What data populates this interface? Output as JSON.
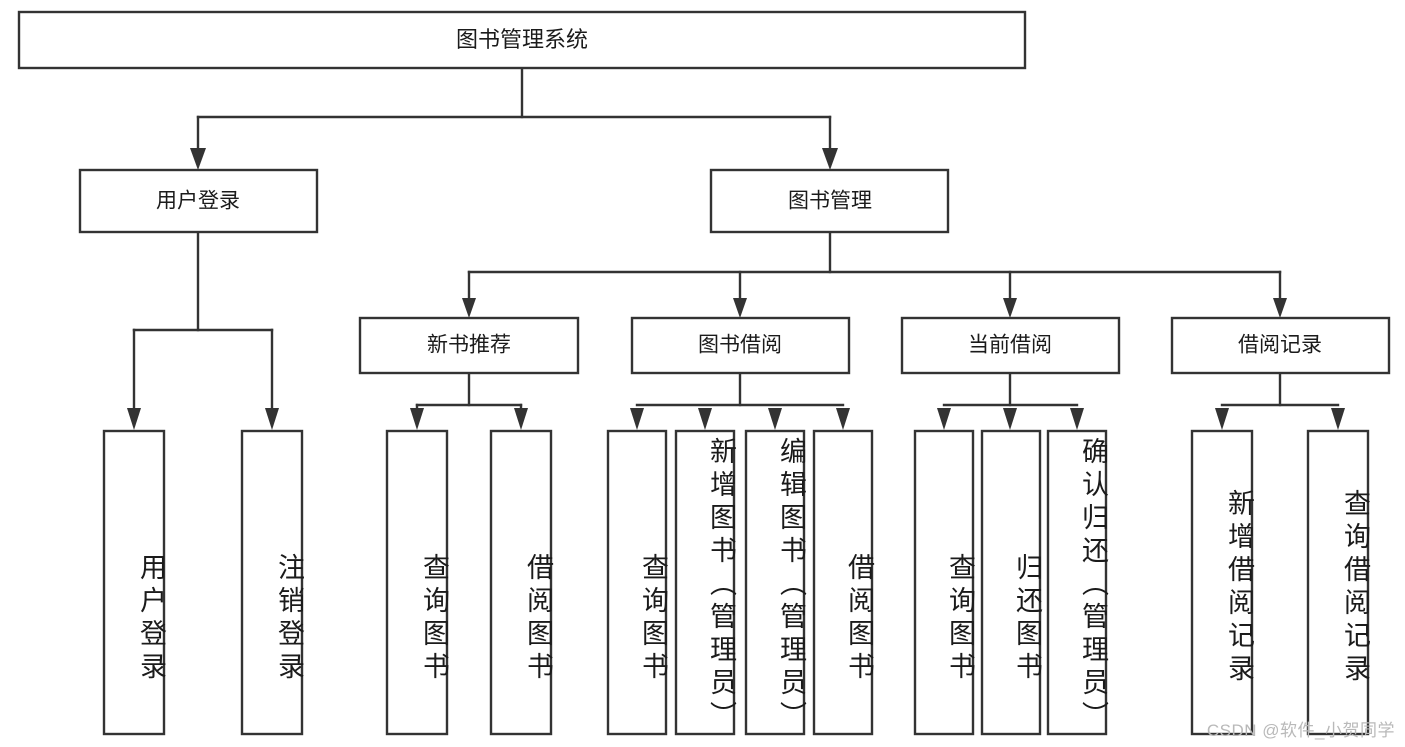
{
  "diagram": {
    "type": "tree-hierarchy-flowchart",
    "title_node": {
      "label": "图书管理系统"
    },
    "level2": [
      {
        "id": "user-login",
        "label": "用户登录"
      },
      {
        "id": "book-management",
        "label": "图书管理"
      }
    ],
    "level3": [
      {
        "id": "new-book-recommend",
        "label": "新书推荐"
      },
      {
        "id": "book-borrow",
        "label": "图书借阅"
      },
      {
        "id": "current-borrow",
        "label": "当前借阅"
      },
      {
        "id": "borrow-record",
        "label": "借阅记录"
      }
    ],
    "leaves": {
      "user-login": [
        {
          "id": "leaf-user-login",
          "label": "用户登录"
        },
        {
          "id": "leaf-logout",
          "label": "注销登录"
        }
      ],
      "new-book-recommend": [
        {
          "id": "leaf-query-book-1",
          "label": "查询图书"
        },
        {
          "id": "leaf-borrow-book-1",
          "label": "借阅图书"
        }
      ],
      "book-borrow": [
        {
          "id": "leaf-query-book-2",
          "label": "查询图书"
        },
        {
          "id": "leaf-add-book",
          "label": "新增图书（管理员）"
        },
        {
          "id": "leaf-edit-book",
          "label": "编辑图书（管理员）"
        },
        {
          "id": "leaf-borrow-book-2",
          "label": "借阅图书"
        }
      ],
      "current-borrow": [
        {
          "id": "leaf-query-book-3",
          "label": "查询图书"
        },
        {
          "id": "leaf-return-book",
          "label": "归还图书"
        },
        {
          "id": "leaf-confirm-return",
          "label": "确认归还（管理员）"
        }
      ],
      "borrow-record": [
        {
          "id": "leaf-add-record",
          "label": "新增借阅记录"
        },
        {
          "id": "leaf-query-record",
          "label": "查询借阅记录"
        }
      ]
    },
    "watermark": "CSDN @软件_小贺同学",
    "colors": {
      "stroke": "#333333",
      "fill": "#ffffff",
      "text": "#1b1b1b",
      "watermark": "#b9b9b9"
    }
  }
}
